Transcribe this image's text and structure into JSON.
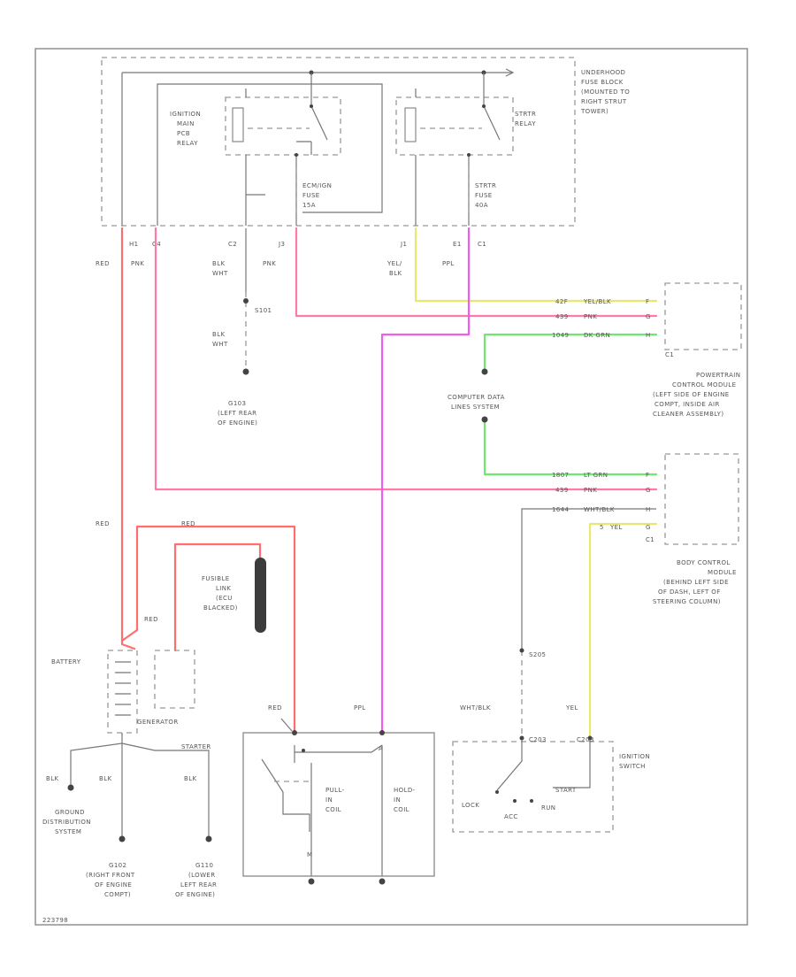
{
  "colors": {
    "red": "#ff6e6e",
    "pink": "#ff7aa6",
    "violet": "#f05cf0",
    "yellow": "#e8e870",
    "green": "#6ee86e",
    "gray": "#8c8c8c",
    "black": "#444444"
  },
  "fuse_block": {
    "label": [
      "UNDERHOOD",
      "FUSE BLOCK",
      "(MOUNTED TO",
      "RIGHT STRUT",
      "TOWER)"
    ],
    "ign_relay": [
      "IGNITION",
      "MAIN",
      "PCB",
      "RELAY"
    ],
    "starter_relay": [
      "STRTR",
      "RELAY"
    ],
    "ecm_fuse": [
      "ECM/IGN",
      "FUSE",
      "15A"
    ],
    "strtr_fuse": [
      "STRTR",
      "FUSE",
      "40A"
    ],
    "connectors": [
      "H1",
      "C4",
      "C2",
      "J3",
      "J1",
      "E1",
      "C1"
    ]
  },
  "wire_labels": {
    "red": "RED",
    "pnk": "PNK",
    "blk_wht": [
      "BLK",
      "WHT"
    ],
    "yel_blk": [
      "YEL/",
      "BLK"
    ],
    "ppl": "PPL",
    "splice": "S101",
    "wht_blk": "WHT/BLK",
    "yel": "YEL",
    "blk": "BLK"
  },
  "ground_g103": [
    "G103",
    "(LEFT REAR",
    "OF ENGINE)"
  ],
  "pcm": {
    "pins": [
      {
        "num": "42F",
        "color": "YEL/BLK",
        "pin": "F"
      },
      {
        "num": "439",
        "color": "PNK",
        "pin": "G"
      },
      {
        "num": "1049",
        "color": "DK GRN",
        "pin": "H"
      }
    ],
    "connector": "C1",
    "label": [
      "POWERTRAIN",
      "CONTROL MODULE",
      "(LEFT SIDE OF ENGINE",
      "COMPT, INSIDE AIR",
      "CLEANER ASSEMBLY)"
    ]
  },
  "data_lines": [
    "COMPUTER DATA",
    "LINES SYSTEM"
  ],
  "bcm": {
    "pins": [
      {
        "num": "1807",
        "color": "LT GRN",
        "pin": "F"
      },
      {
        "num": "439",
        "color": "PNK",
        "pin": "G"
      },
      {
        "num": "1644",
        "color": "WHT/BLK",
        "pin": "H"
      },
      {
        "num": "5",
        "color": "YEL",
        "pin": "G"
      }
    ],
    "connector": "C1",
    "label": [
      "BODY CONTROL",
      "MODULE",
      "(BEHIND LEFT SIDE",
      "OF DASH, LEFT OF",
      "STEERING COLUMN)"
    ]
  },
  "fusible_link": [
    "FUSIBLE",
    "LINK",
    "(ECU",
    "BLACKED)"
  ],
  "battery": "BATTERY",
  "generator": "GENERATOR",
  "starter": {
    "label": "STARTER",
    "pull_in": [
      "PULL-",
      "IN",
      "COIL"
    ],
    "hold_in": [
      "HOLD-",
      "IN",
      "COIL"
    ],
    "terminal": "A",
    "motor": "M"
  },
  "ground_dist": [
    "GROUND",
    "DISTRIBUTION",
    "SYSTEM"
  ],
  "ground_g102": [
    "G102",
    "(RIGHT FRONT",
    "OF ENGINE",
    "COMPT)"
  ],
  "ground_g110": [
    "G110",
    "(LOWER",
    "LEFT REAR",
    "OF ENGINE)"
  ],
  "ign_switch": {
    "splice": "S205",
    "c203": "C203",
    "label": [
      "IGNITION",
      "SWITCH"
    ],
    "positions": {
      "lock": "LOCK",
      "acc": "ACC",
      "run": "RUN",
      "start": "START"
    }
  },
  "footer": "223798"
}
